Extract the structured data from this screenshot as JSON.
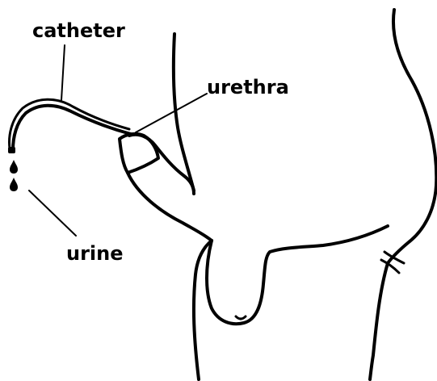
{
  "diagram": {
    "labels": {
      "catheter": "catheter",
      "urethra": "urethra",
      "urine": "urine"
    },
    "colors": {
      "stroke": "#000000",
      "background": "#ffffff"
    }
  }
}
